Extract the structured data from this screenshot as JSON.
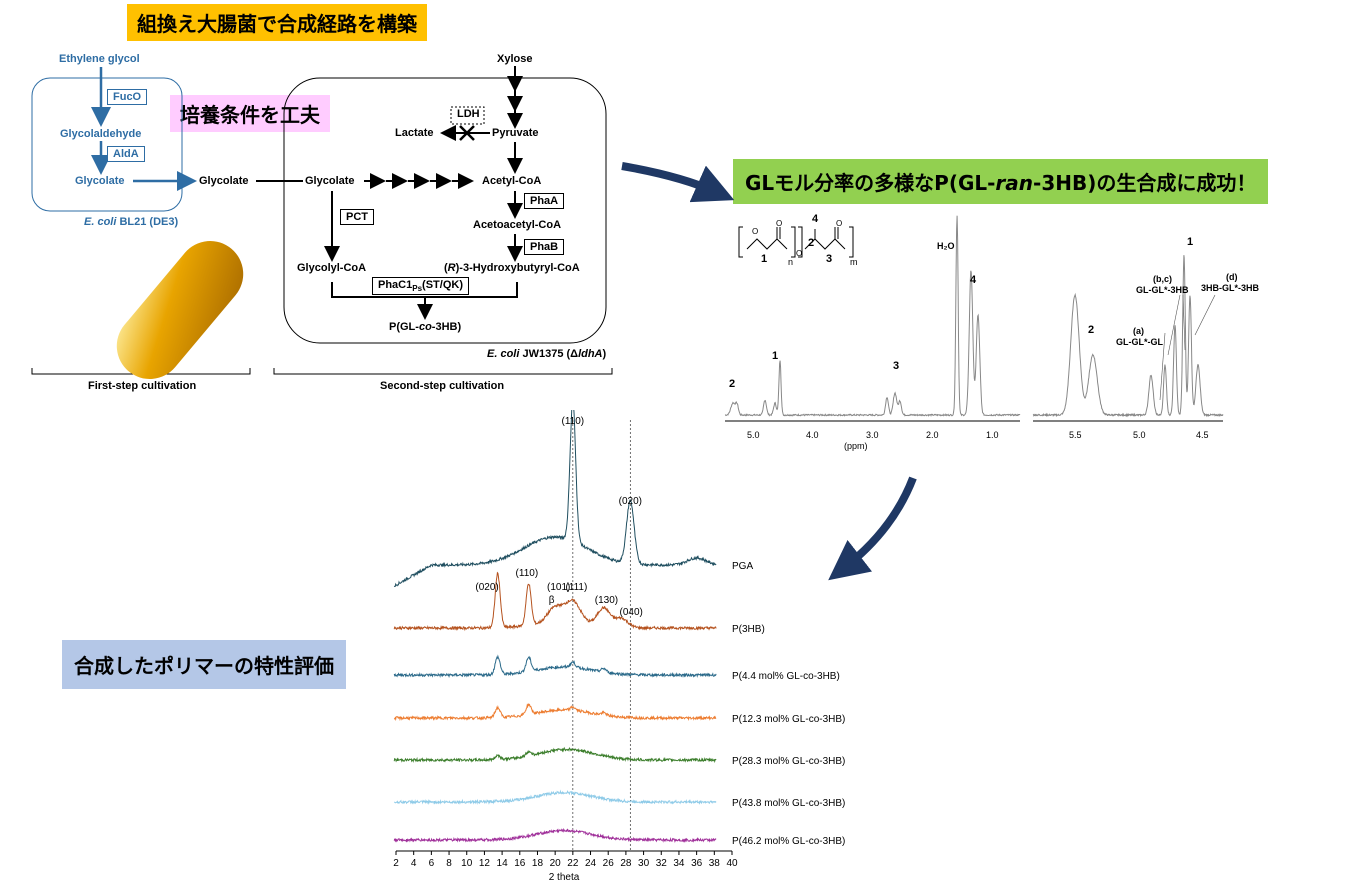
{
  "titles": {
    "construct": "組換え大腸菌で合成経路を構築",
    "culture": "培養条件を工夫",
    "success": "GLモル分率の多様なP(GL-ran-3HB)の生合成に成功！",
    "success_a": "GLモル分率の多様なP(GL-",
    "success_italic": "ran",
    "success_b": "-3HB)の生合成に成功！",
    "evaluate": "合成したポリマーの特性評価"
  },
  "colors": {
    "construct_bg": "#ffc000",
    "culture_bg": "#ffccff",
    "success_bg": "#92d050",
    "evaluate_bg": "#b4c7e7",
    "pathway_blue": "#2e6da4",
    "big_arrow": "#1f3864"
  },
  "pathway": {
    "ethylene_glycol": "Ethylene glycol",
    "fuco": "FucO",
    "glycolaldehyde": "Glycolaldehyde",
    "alda": "AldA",
    "glycolate_inner": "Glycolate",
    "glycolate_out": "Glycolate",
    "ecoli_bl21_italic": "E. coli",
    "ecoli_bl21_rest": " BL21 (DE3)",
    "xylose": "Xylose",
    "ldh": "LDH",
    "lactate": "Lactate",
    "pyruvate": "Pyruvate",
    "glycolate_cell": "Glycolate",
    "acetyl_coa": "Acetyl-CoA",
    "pha_a": "PhaA",
    "acetoacetyl_coa": "Acetoacetyl-CoA",
    "pct": "PCT",
    "pha_b": "PhaB",
    "glycolyl_coa": "Glycolyl-CoA",
    "hydroxybutyryl_prefix": "(",
    "hydroxybutyryl_R": "R",
    "hydroxybutyryl_rest": ")-3-Hydroxybutyryl-CoA",
    "phac1_main": "PhaC1",
    "phac1_sub": "Ps",
    "phac1_rest": "(ST/QK)",
    "product_pre": "P(GL-",
    "product_co": "co",
    "product_post": "-3HB)",
    "ecoli_jw_italic": "E. coli",
    "ecoli_jw_rest": " JW1375 (Δ",
    "ecoli_jw_gene": "ldhA",
    "ecoli_jw_close": ")",
    "first_step": "First-step cultivation",
    "second_step": "Second-step cultivation"
  },
  "nmr": {
    "structure_labels": [
      "1",
      "2",
      "3",
      "4",
      "n",
      "m",
      "O",
      "O",
      "O",
      "O"
    ],
    "peak_labels": {
      "h2o": "H₂O",
      "p4": "4",
      "p1": "1",
      "p3": "3",
      "p2": "2",
      "inset_1": "1",
      "inset_2": "2"
    },
    "inset_annotations": [
      "(a)",
      "GL-GL*-GL",
      "(b,c)",
      "GL-GL*-3HB",
      "(d)",
      "3HB-GL*-3HB"
    ],
    "axis_main_ticks": [
      "5.0",
      "4.0",
      "3.0",
      "2.0",
      "1.0"
    ],
    "axis_main_label": "(ppm)",
    "axis_inset_ticks": [
      "5.5",
      "5.0",
      "4.5"
    ]
  },
  "chart_data": {
    "type": "line",
    "xlabel": "2 theta",
    "xlim": [
      2,
      40
    ],
    "x_ticks": [
      2,
      4,
      6,
      8,
      10,
      12,
      14,
      16,
      18,
      20,
      22,
      24,
      26,
      28,
      30,
      32,
      34,
      36,
      38,
      40
    ],
    "reference_lines": [
      22,
      28.5
    ],
    "series": [
      {
        "name": "PGA",
        "color": "#1f4e5f",
        "peaks": [
          [
            22.0,
            1.0
          ],
          [
            28.5,
            0.45
          ],
          [
            36,
            0.05
          ]
        ]
      },
      {
        "name": "P(3HB)",
        "color": "#b5521e",
        "peaks": [
          [
            13.5,
            0.9
          ],
          [
            17.0,
            0.7
          ],
          [
            20.0,
            0.25
          ],
          [
            22.0,
            0.35
          ],
          [
            25.5,
            0.3
          ],
          [
            27.5,
            0.15
          ]
        ]
      },
      {
        "name": "P(4.4 mol% GL-co-3HB)",
        "color": "#2b6a8a",
        "peaks": [
          [
            13.5,
            0.5
          ],
          [
            17.0,
            0.4
          ],
          [
            22.0,
            0.15
          ],
          [
            25.5,
            0.1
          ]
        ]
      },
      {
        "name": "P(12.3 mol% GL-co-3HB)",
        "color": "#ed7d31",
        "peaks": [
          [
            13.5,
            0.35
          ],
          [
            17.0,
            0.35
          ],
          [
            22.0,
            0.12
          ],
          [
            25.5,
            0.08
          ]
        ]
      },
      {
        "name": "P(28.3 mol% GL-co-3HB)",
        "color": "#3a7d2a",
        "peaks": [
          [
            13.5,
            0.15
          ],
          [
            17.0,
            0.15
          ],
          [
            22.0,
            0.1
          ]
        ]
      },
      {
        "name": "P(43.8 mol% GL-co-3HB)",
        "color": "#8fcbe8",
        "peaks": [
          [
            13.5,
            0.05
          ],
          [
            21.0,
            0.08
          ]
        ]
      },
      {
        "name": "P(46.2 mol% GL-co-3HB)",
        "color": "#a0309a",
        "peaks": [
          [
            21.0,
            0.08
          ]
        ]
      }
    ],
    "peak_labels": [
      "(110)",
      "(020)",
      "(020)",
      "(110)",
      "β",
      "(101)",
      "(111)",
      "(130)",
      "(040)"
    ]
  }
}
